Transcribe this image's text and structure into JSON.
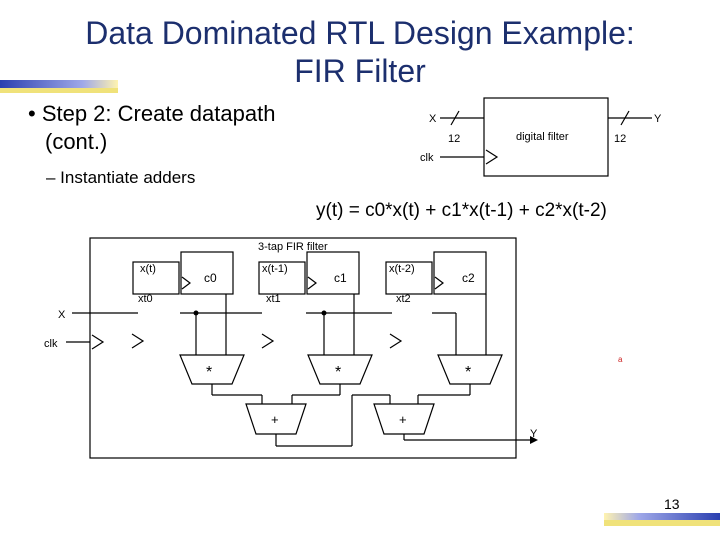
{
  "slide": {
    "title_line1": "Data Dominated RTL Design Example:",
    "title_line2": "FIR Filter",
    "bullet1_line1": "• Step 2: Create datapath",
    "bullet1_line2": "(cont.)",
    "bullet2": "– Instantiate adders",
    "equation": "y(t) = c0*x(t) + c1*x(t-1) + c2*x(t-2)",
    "page_number": "13"
  },
  "top_block": {
    "label": "digital filter",
    "input_label": "X",
    "input_width": "12",
    "output_label": "Y",
    "output_width": "12",
    "clock_label": "clk"
  },
  "fir": {
    "title": "3-tap FIR filter",
    "x_label": "X",
    "clk_label": "clk",
    "y_label": "Y",
    "reg_xt": "x(t)",
    "reg_xt1": "x(t-1)",
    "reg_xt2": "x(t-2)",
    "reg_c0": "c0",
    "reg_c1": "c1",
    "reg_c2": "c2",
    "wire_xt0": "xt0",
    "wire_xt1": "xt1",
    "wire_xt2": "xt2",
    "mult_symbol": "*",
    "add_symbol": "+",
    "small_mark": "a"
  },
  "colors": {
    "title": "#1c2f6e",
    "mark": "#cc2222"
  }
}
